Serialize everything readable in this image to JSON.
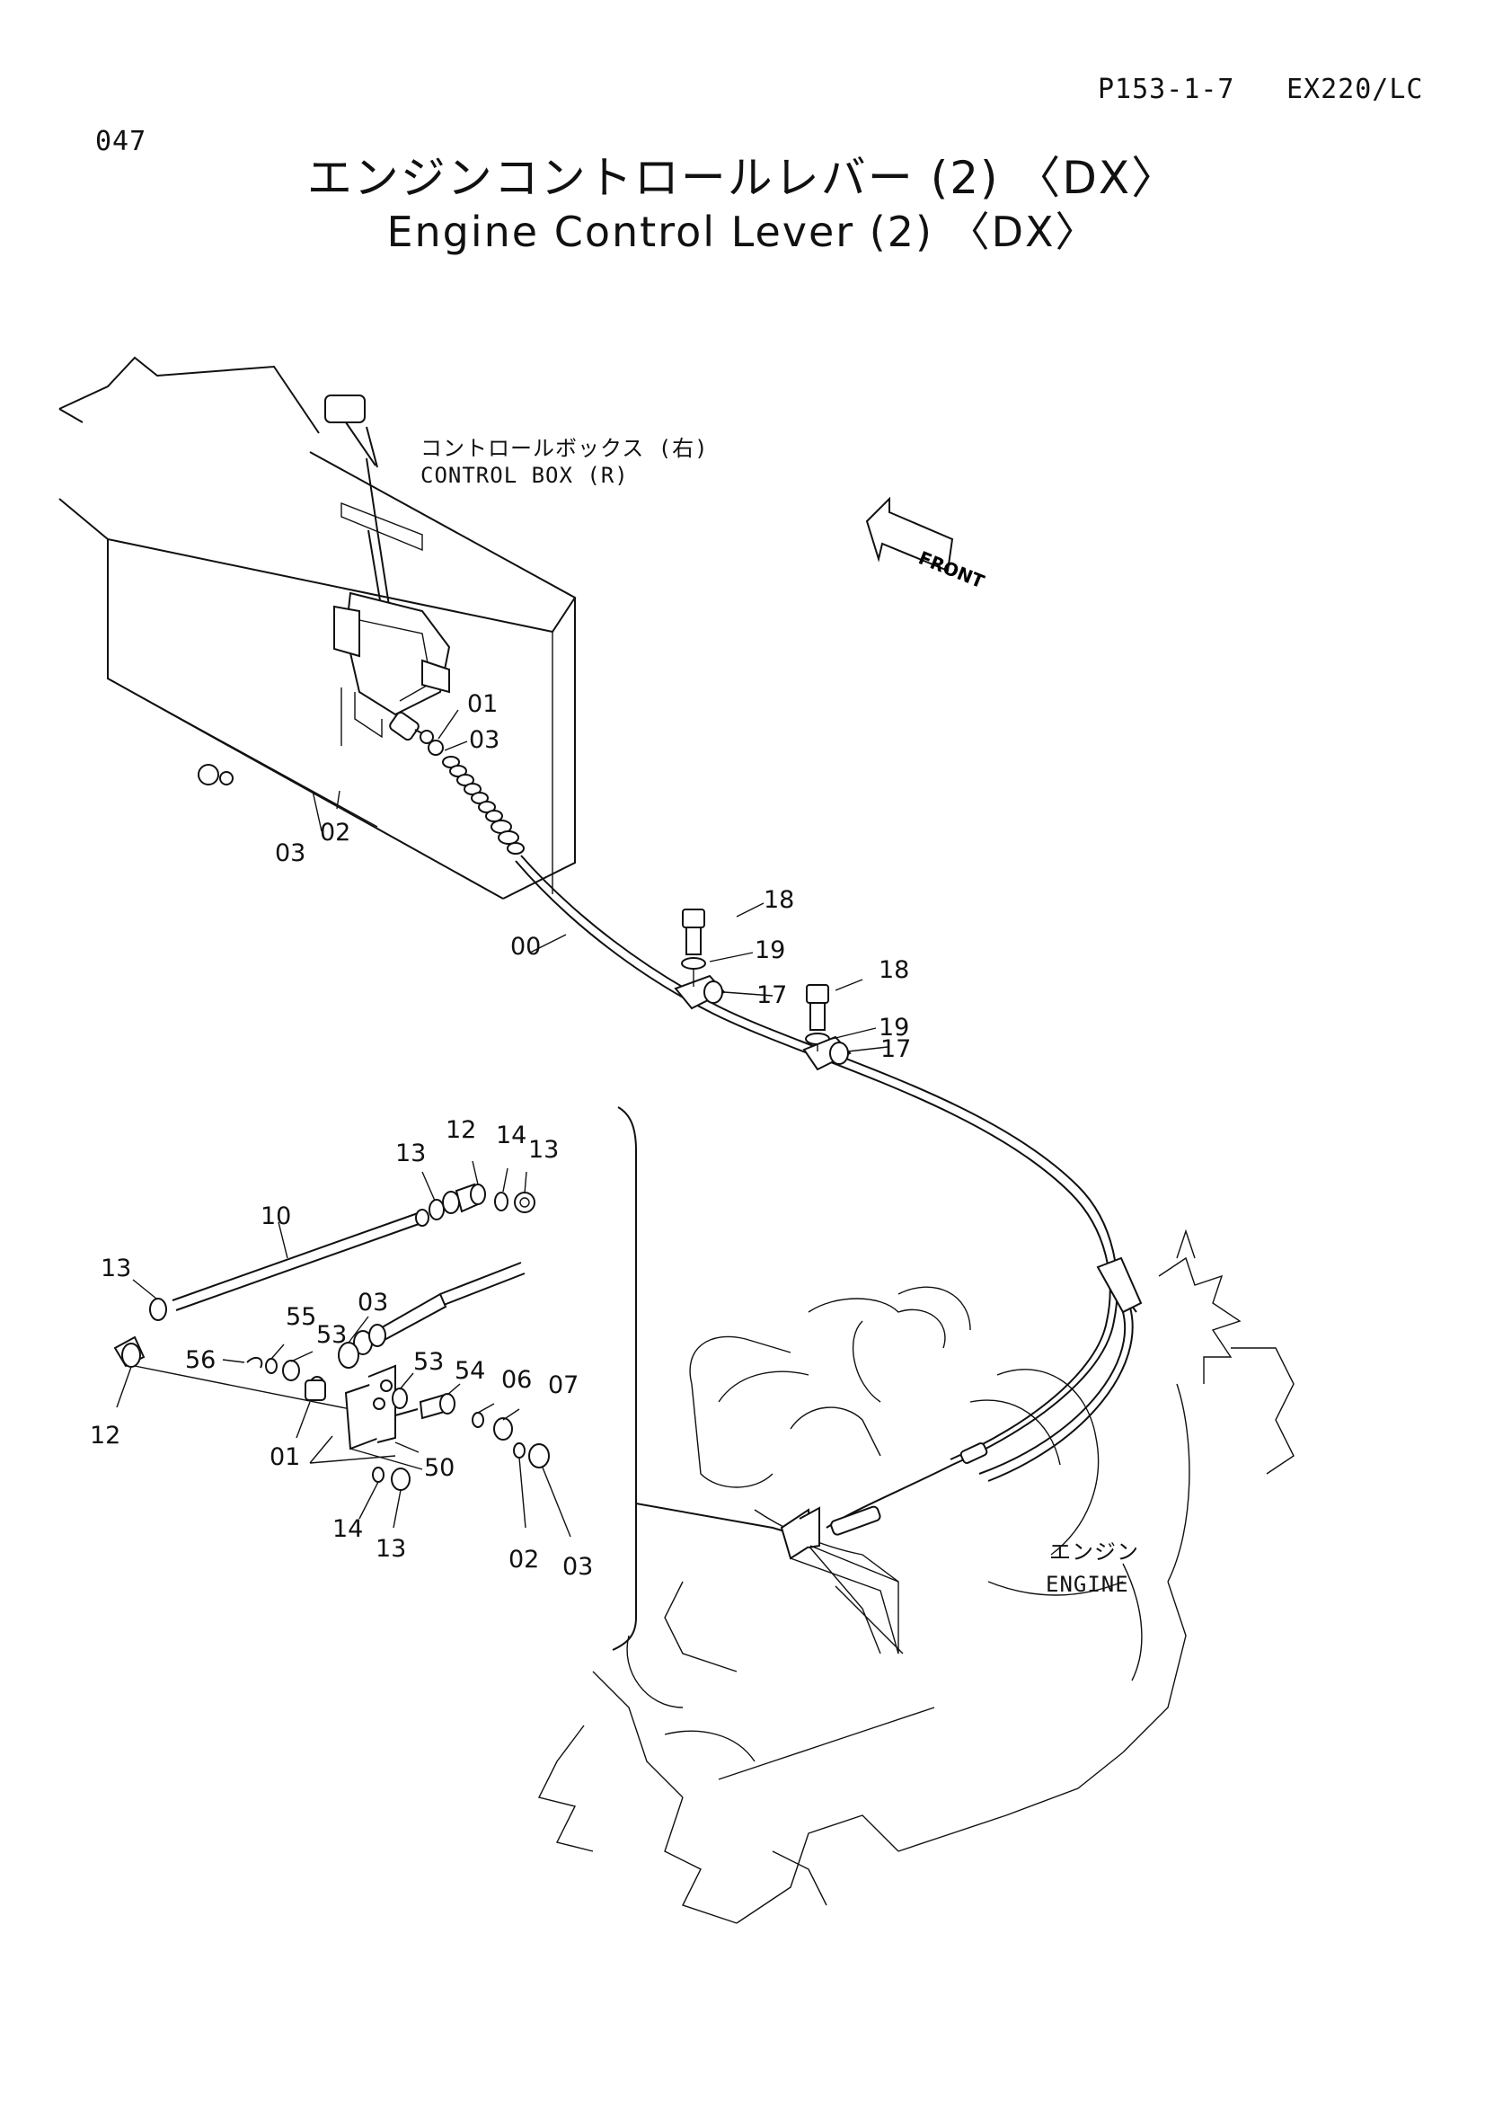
{
  "header": {
    "page_number": "047",
    "page_ref": "P153-1-7",
    "model": "EX220/LC"
  },
  "title": {
    "japanese": "エンジンコントロールレバー (2) 〈DX〉",
    "english": "Engine Control Lever (2) 〈DX〉"
  },
  "labels": {
    "control_box_jp": "コントロールボックス (右)",
    "control_box_en": "CONTROL BOX (R)",
    "front": "FRONT",
    "engine_jp": "エンジン",
    "engine_en": "ENGINE"
  },
  "part_callouts": [
    "01",
    "03",
    "03",
    "02",
    "00",
    "18",
    "19",
    "17",
    "18",
    "19",
    "17",
    "12",
    "14",
    "13",
    "13",
    "10",
    "13",
    "55",
    "53",
    "03",
    "56",
    "53",
    "54",
    "06",
    "07",
    "12",
    "01",
    "50",
    "02",
    "03",
    "14",
    "13"
  ]
}
